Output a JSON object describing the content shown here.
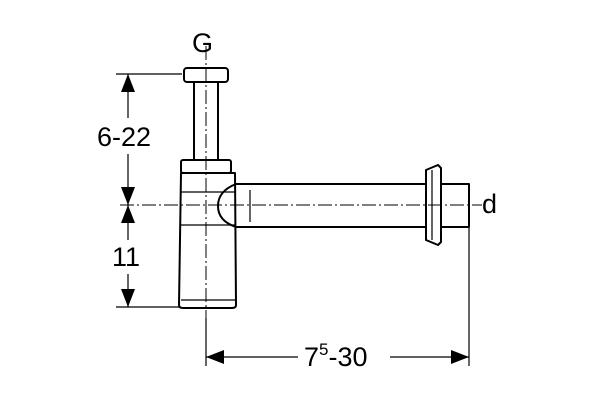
{
  "labels": {
    "g": "G",
    "d": "d",
    "height_upper": "6-22",
    "height_lower": "11",
    "length_base": "7",
    "length_sup": "5",
    "length_rest": "-30"
  }
}
